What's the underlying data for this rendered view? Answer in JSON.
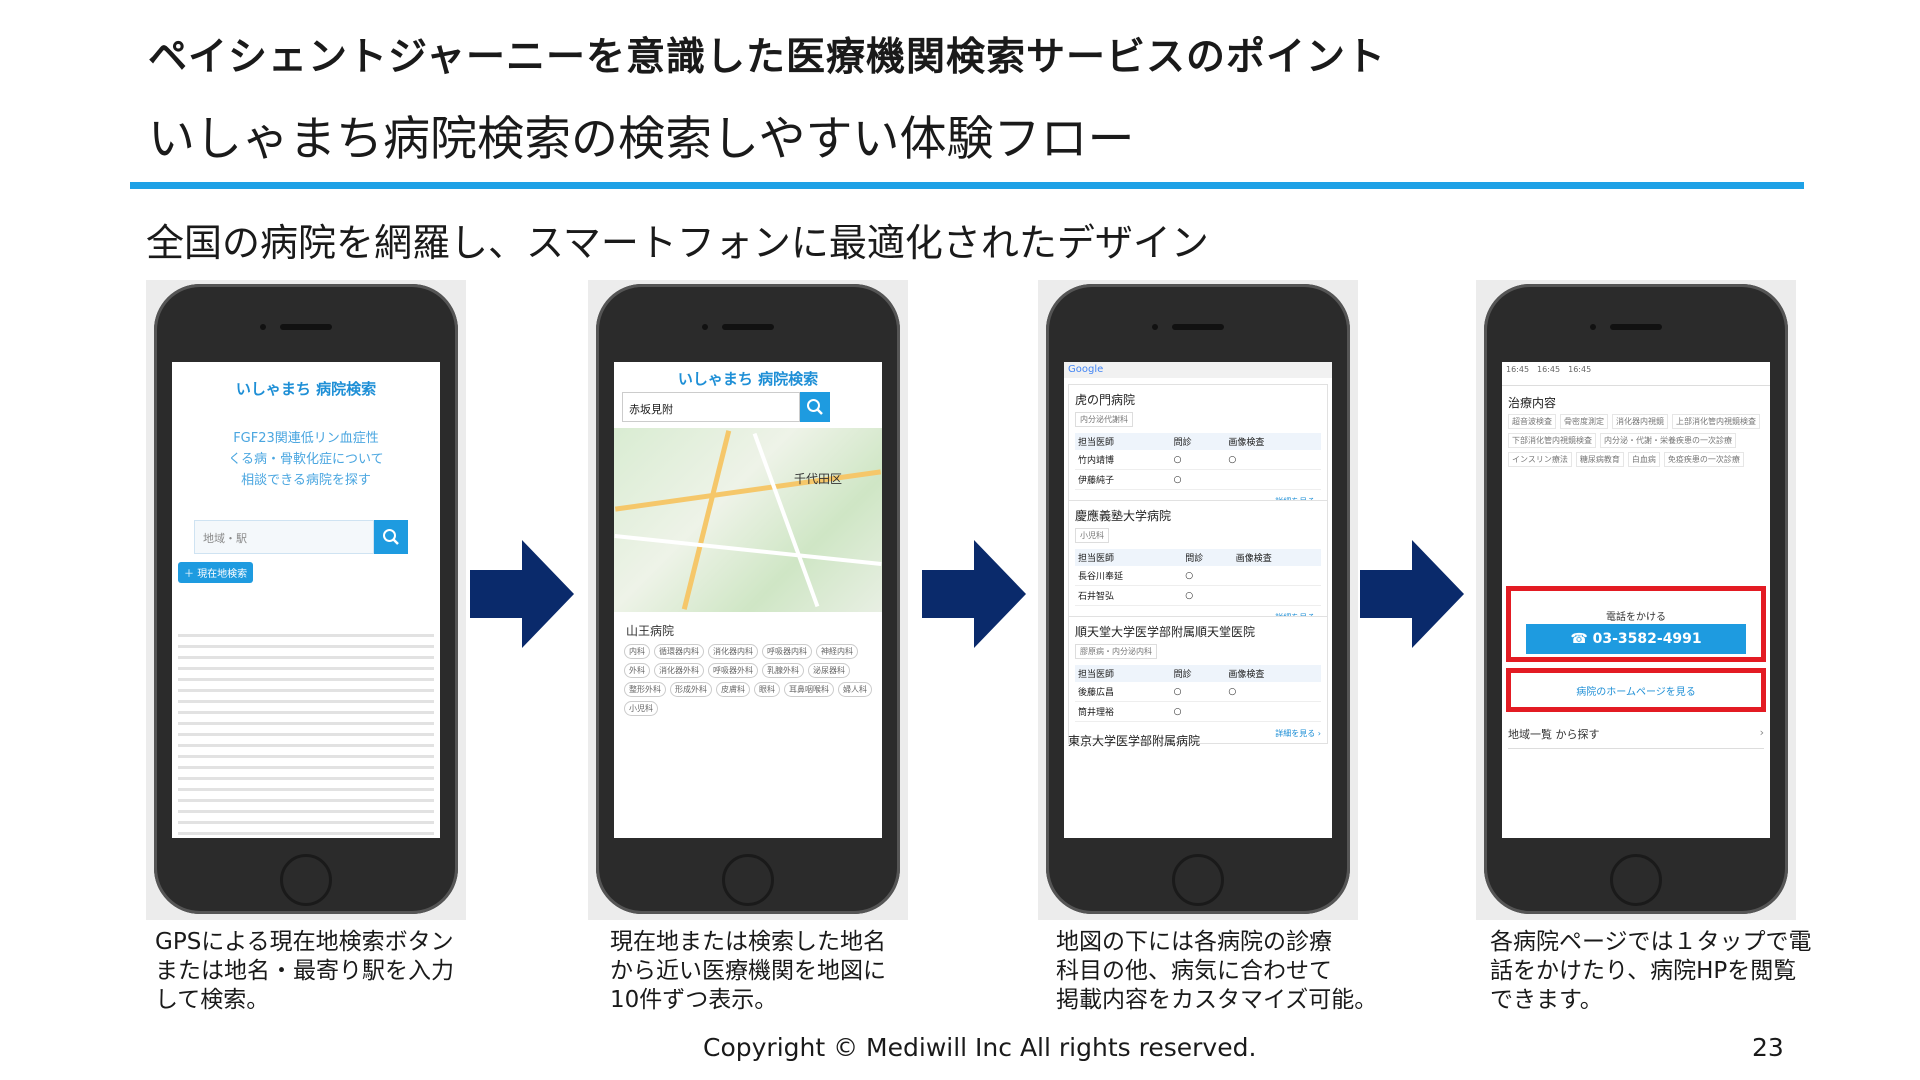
{
  "header": {
    "title": "ペイシェントジャーニーを意識した医療機関検索サービスのポイント",
    "subtitle": "いしゃまち病院検索の検索しやすい体験フロー",
    "lead": "全国の病院を網羅し、スマートフォンに最適化されたデザイン"
  },
  "screen1": {
    "logo": "いしゃまち 病院検索",
    "message": "FGF23関連低リン血症性\nくる病・骨軟化症について\n相談できる病院を探す",
    "search_placeholder": "地域・駅",
    "gps_button": "現在地検索"
  },
  "screen2": {
    "logo": "いしゃまち 病院検索",
    "search_value": "赤坂見附",
    "map_ward": "千代田区",
    "hospital": "山王病院",
    "departments": [
      "内科",
      "循環器内科",
      "消化器内科",
      "呼吸器内科",
      "神経内科",
      "外科",
      "消化器外科",
      "呼吸器外科",
      "乳腺外科",
      "泌尿器科",
      "整形外科",
      "形成外科",
      "皮膚科",
      "眼科",
      "耳鼻咽喉科",
      "婦人科",
      "小児科"
    ]
  },
  "screen3": {
    "bar": "Google",
    "th_doctor": "担当医師",
    "th_visit": "問診",
    "th_image": "画像検査",
    "more": "詳細を見る ›",
    "hospitals": [
      {
        "name": "虎の門病院",
        "dept": "内分泌代謝科",
        "doctors": [
          "竹内靖博",
          "伊藤純子"
        ]
      },
      {
        "name": "慶應義塾大学病院",
        "dept": "小児科",
        "doctors": [
          "長谷川奉延",
          "石井智弘"
        ]
      },
      {
        "name": "順天堂大学医学部附属順天堂医院",
        "dept": "膠原病・内分泌内科",
        "doctors": [
          "後藤広昌",
          "筒井理裕"
        ]
      }
    ],
    "last": "東京大学医学部附属病院"
  },
  "screen4": {
    "top": "16:45　16:45　16:45",
    "title": "治療内容",
    "items": [
      "超音波検査",
      "骨密度測定",
      "消化器内視鏡",
      "上部消化管内視鏡検査",
      "下部消化管内視鏡検査",
      "内分泌・代謝・栄養疾患の一次診療",
      "インスリン療法",
      "糖尿病教育",
      "白血病",
      "免疫疾患の一次診療"
    ],
    "call_label": "電話をかける",
    "phone": "☎ 03-3582-4991",
    "hp_link": "病院のホームページを見る",
    "nav": "地域一覧 から探す"
  },
  "captions": [
    "GPSによる現在地検索ボタン\nまたは地名・最寄り駅を入力\nして検索。",
    "現在地または検索した地名\nから近い医療機関を地図に\n10件ずつ表示。",
    "地図の下には各病院の診療\n科目の他、病気に合わせて\n掲載内容をカスタマイズ可能。",
    "各病院ページでは１タップで電\n話をかけたり、病院HPを閲覧\nできます。"
  ],
  "footer": {
    "copyright": "Copyright © Mediwill Inc All rights reserved.",
    "page_number": "23"
  },
  "colors": {
    "accent": "#1ea1e6",
    "arrow": "#0a2a6b",
    "highlight": "#e31b23"
  }
}
